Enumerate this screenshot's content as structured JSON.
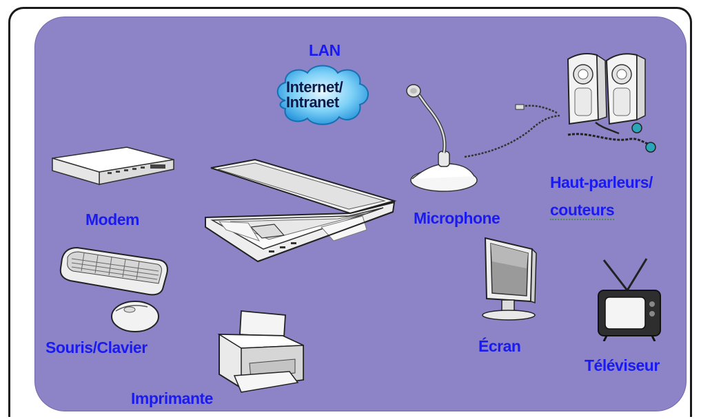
{
  "diagram": {
    "labels": {
      "lan": "LAN",
      "cloud_line1": "Internet/",
      "cloud_line2": "Intranet",
      "modem": "Modem",
      "microphone": "Microphone",
      "speakers_line1": "Haut-parleurs/",
      "speakers_line2": "couteurs",
      "mouse_keyboard": "Souris/Clavier",
      "screen": "Écran",
      "tv": "Téléviseur",
      "printer": "Imprimante"
    },
    "colors": {
      "panel": "#8c84c6",
      "label": "#1b1bf0",
      "cloud": "#2fa8e6"
    },
    "icons": [
      "cloud-icon",
      "modem-icon",
      "laptop-icon",
      "microphone-icon",
      "speakers-icon",
      "keyboard-icon",
      "mouse-icon",
      "monitor-icon",
      "tv-icon",
      "printer-icon"
    ]
  }
}
